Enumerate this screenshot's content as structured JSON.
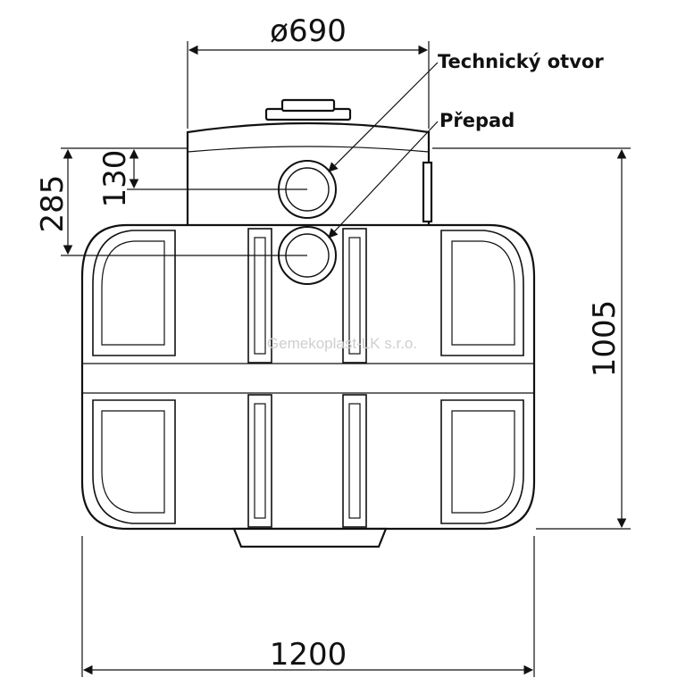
{
  "diagram": {
    "dimensions": {
      "top_diameter": "ø690",
      "width": "1200",
      "height": "1005",
      "offset_upper": "285",
      "offset_lower": "130"
    },
    "labels": {
      "technical_opening": "Technický otvor",
      "overflow": "Přepad"
    },
    "watermark": "Gemekoplast-LK s.r.o."
  },
  "colors": {
    "line": "#111111",
    "background": "#ffffff",
    "watermark": "#cfcfcf"
  }
}
